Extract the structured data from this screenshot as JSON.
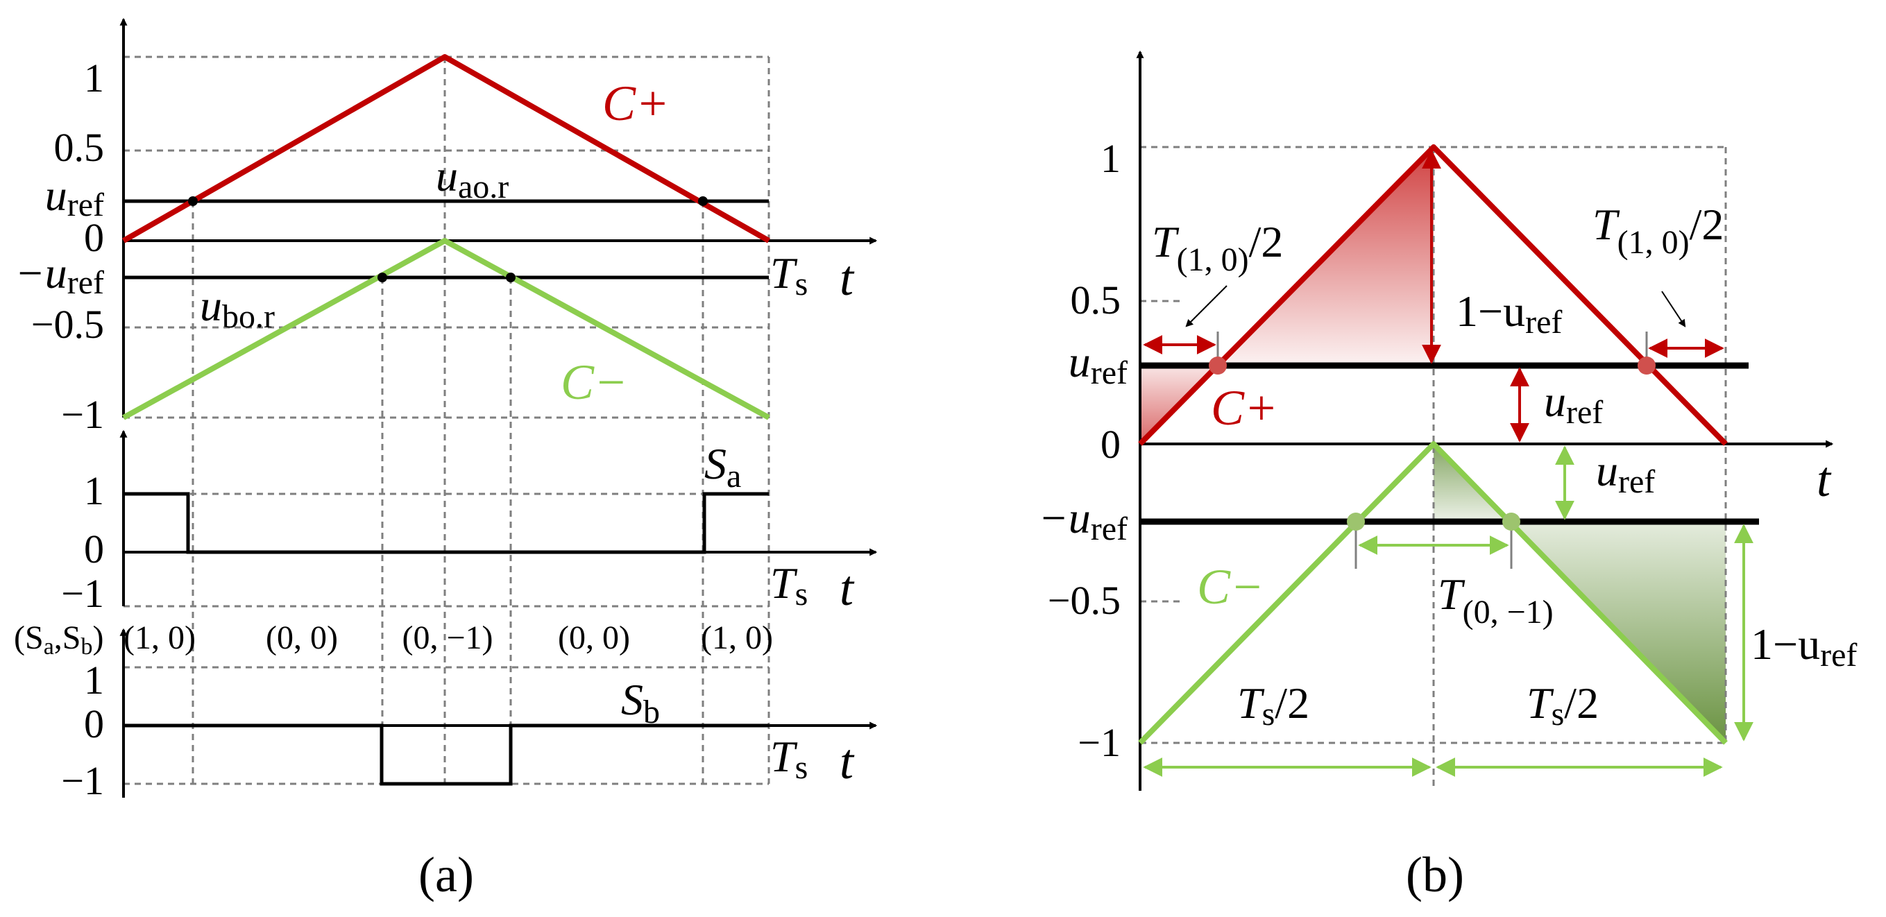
{
  "panel_a": {
    "label": "(a)",
    "top_chart": {
      "y_ticks": [
        "1",
        "0.5",
        "0",
        "−0.5",
        "−1"
      ],
      "u_ref_tick": "u",
      "u_ref_tick_sub": "ref",
      "neg_u_ref_tick": "−u",
      "neg_u_ref_tick_sub": "ref",
      "carrier_pos_label": "C+",
      "carrier_neg_label": "C−",
      "uao_label": "u",
      "uao_sub": "ao.r",
      "ubo_label": "u",
      "ubo_sub": "bo.r",
      "period_label": "T",
      "period_sub": "s",
      "time_label": "t"
    },
    "sa_chart": {
      "y_ticks": [
        "1",
        "0",
        "−1"
      ],
      "signal_label": "S",
      "signal_sub": "a",
      "period_label": "T",
      "period_sub": "s",
      "time_label": "t"
    },
    "states_row": {
      "header_open": "(S",
      "header_a": "a",
      "header_mid": ",S",
      "header_b": "b",
      "header_close": ")",
      "states": [
        "(1, 0)",
        "(0, 0)",
        "(0, −1)",
        "(0, 0)",
        "(1, 0)"
      ]
    },
    "sb_chart": {
      "y_ticks": [
        "1",
        "0",
        "−1"
      ],
      "signal_label": "S",
      "signal_sub": "b",
      "period_label": "T",
      "period_sub": "s",
      "time_label": "t"
    }
  },
  "panel_b": {
    "label": "(b)",
    "y_ticks": [
      "1",
      "0.5",
      "0",
      "−0.5",
      "−1"
    ],
    "u_ref_tick": "u",
    "u_ref_tick_sub": "ref",
    "neg_u_ref_tick": "−u",
    "neg_u_ref_tick_sub": "ref",
    "carrier_pos_label": "C+",
    "carrier_neg_label": "C−",
    "time_label": "t",
    "t10_label": "T",
    "t10_sub": "(1, 0)",
    "t10_tail": "/2",
    "one_minus_label": "1−u",
    "one_minus_sub": "ref",
    "u_ref_gap_label": "u",
    "u_ref_gap_sub": "ref",
    "t0m1_label": "T",
    "t0m1_sub": "(0, −1)",
    "half_period_label": "T",
    "half_period_sub": "s",
    "half_period_tail": "/2"
  },
  "colors": {
    "positive_carrier": "#c00000",
    "negative_carrier": "#8ccd4e",
    "reference": "#000000",
    "grid": "#7f7f7f"
  },
  "diagram": {
    "u_ref": 0.2,
    "signals": {
      "sa": [
        [
          0,
          1
        ],
        [
          0.1,
          0
        ],
        [
          0.9,
          1
        ],
        [
          1,
          1
        ]
      ],
      "sb": [
        [
          0,
          0
        ],
        [
          0.4,
          -1
        ],
        [
          0.6,
          0
        ],
        [
          1,
          0
        ]
      ]
    }
  }
}
